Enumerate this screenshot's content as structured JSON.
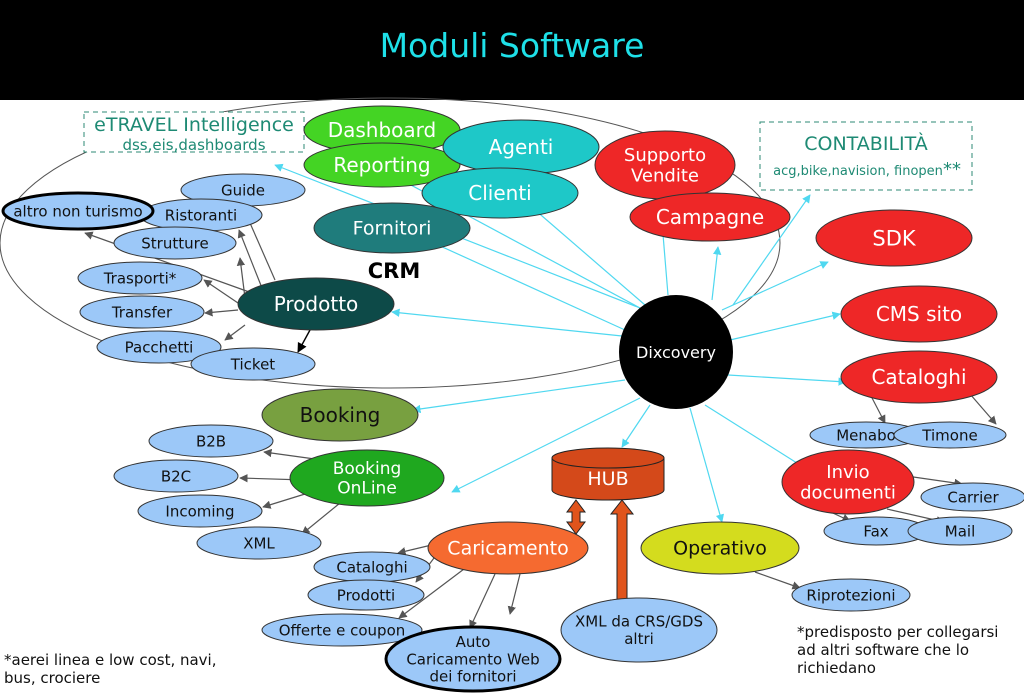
{
  "header": {
    "title": "Moduli Software"
  },
  "etravel": {
    "title": "eTRAVEL Intelligence",
    "sub": "dss,eis,dashboards"
  },
  "contabilita": {
    "title": "CONTABILITÀ",
    "sub": "acg,bike,navision, finopen",
    "mark": "**"
  },
  "crm_label": "CRM",
  "hub_label": "HUB",
  "center_label": "Dixcovery",
  "nodes": [
    {
      "id": "dashboard",
      "label": "Dashboard",
      "fill": "#44d424"
    },
    {
      "id": "reporting",
      "label": "Reporting",
      "fill": "#44d424"
    },
    {
      "id": "agenti",
      "label": "Agenti",
      "fill": "#1ec8c8"
    },
    {
      "id": "clienti",
      "label": "Clienti",
      "fill": "#1ec8c8"
    },
    {
      "id": "fornitori",
      "label": "Fornitori",
      "fill": "#1f7c7c"
    },
    {
      "id": "supporto",
      "label": "Supporto",
      "label2": "Vendite",
      "fill": "#ee2727"
    },
    {
      "id": "campagne",
      "label": "Campagne",
      "fill": "#ee2727"
    },
    {
      "id": "sdk",
      "label": "SDK",
      "fill": "#ee2727"
    },
    {
      "id": "cms",
      "label": "CMS sito",
      "fill": "#ee2727"
    },
    {
      "id": "cataloghi_r",
      "label": "Cataloghi",
      "fill": "#ee2727"
    },
    {
      "id": "invio",
      "label": "Invio",
      "label2": "documenti",
      "fill": "#ee2727"
    },
    {
      "id": "prodotto",
      "label": "Prodotto",
      "fill": "#0d4a48"
    },
    {
      "id": "booking",
      "label": "Booking",
      "fill": "#78a040"
    },
    {
      "id": "bonline",
      "label": "Booking",
      "label2": "OnLine",
      "fill": "#1fa81f"
    },
    {
      "id": "caricamento",
      "label": "Caricamento",
      "fill": "#f56a30"
    },
    {
      "id": "operativo",
      "label": "Operativo",
      "fill": "#d4dc1e"
    },
    {
      "id": "guide",
      "label": "Guide",
      "fill": "#9cc8f8"
    },
    {
      "id": "ristoranti",
      "label": "Ristoranti",
      "fill": "#9cc8f8"
    },
    {
      "id": "altro",
      "label": "altro non turismo",
      "fill": "#9cc8f8"
    },
    {
      "id": "strutture",
      "label": "Strutture",
      "fill": "#9cc8f8"
    },
    {
      "id": "trasporti",
      "label": "Trasporti*",
      "fill": "#9cc8f8"
    },
    {
      "id": "transfer",
      "label": "Transfer",
      "fill": "#9cc8f8"
    },
    {
      "id": "pacchetti",
      "label": "Pacchetti",
      "fill": "#9cc8f8"
    },
    {
      "id": "ticket",
      "label": "Ticket",
      "fill": "#9cc8f8"
    },
    {
      "id": "b2b",
      "label": "B2B",
      "fill": "#9cc8f8"
    },
    {
      "id": "b2c",
      "label": "B2C",
      "fill": "#9cc8f8"
    },
    {
      "id": "incoming",
      "label": "Incoming",
      "fill": "#9cc8f8"
    },
    {
      "id": "xml",
      "label": "XML",
      "fill": "#9cc8f8"
    },
    {
      "id": "cataloghi_l",
      "label": "Cataloghi",
      "fill": "#9cc8f8"
    },
    {
      "id": "prodotti",
      "label": "Prodotti",
      "fill": "#9cc8f8"
    },
    {
      "id": "offerte",
      "label": "Offerte e coupon",
      "fill": "#9cc8f8"
    },
    {
      "id": "auto",
      "label": "Auto",
      "label2": "Caricamento Web",
      "label3": "dei fornitori",
      "fill": "#9cc8f8"
    },
    {
      "id": "xmlcrs",
      "label": "XML da CRS/GDS",
      "label2": "altri",
      "fill": "#9cc8f8"
    },
    {
      "id": "menabo",
      "label": "Menabo",
      "fill": "#9cc8f8"
    },
    {
      "id": "timone",
      "label": "Timone",
      "fill": "#9cc8f8"
    },
    {
      "id": "carrier",
      "label": "Carrier",
      "fill": "#9cc8f8"
    },
    {
      "id": "fax",
      "label": "Fax",
      "fill": "#9cc8f8"
    },
    {
      "id": "mail",
      "label": "Mail",
      "fill": "#9cc8f8"
    },
    {
      "id": "riprotezioni",
      "label": "Riprotezioni",
      "fill": "#9cc8f8"
    }
  ],
  "notes": {
    "left": "*aerei linea e low cost, navi, bus, crociere",
    "right": "*predisposto per collegarsi ad altri software che lo richiedano"
  },
  "colors": {
    "arrow_cyan": "#4fd8f0",
    "arrow_dark": "#555555",
    "hub": "#d4491a"
  }
}
